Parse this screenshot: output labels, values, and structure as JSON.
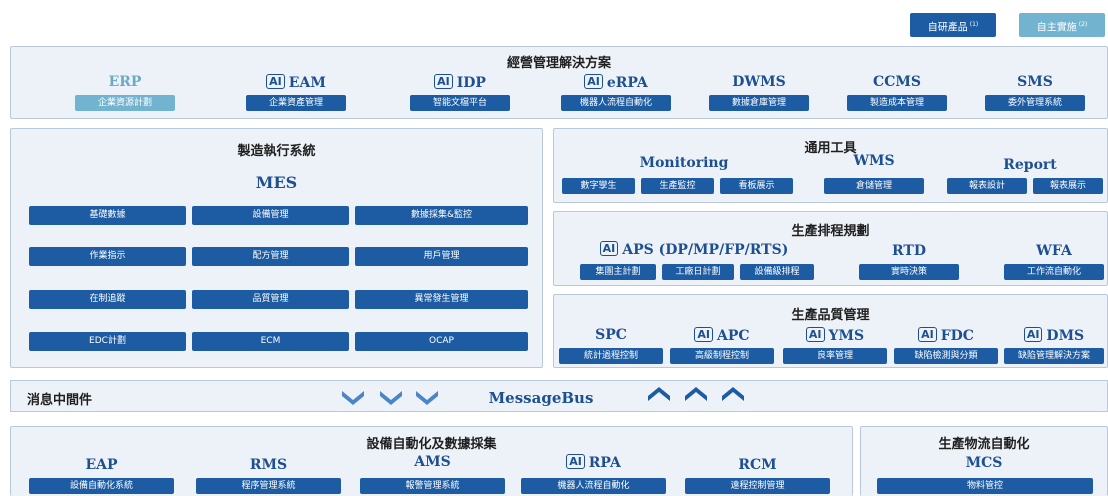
{
  "top_buttons": {
    "self_dev": "自研產品",
    "self_dev_note": "(1)",
    "self_impl": "自主實施",
    "self_impl_note": "(2)"
  },
  "colors": {
    "dark_button": "#1d5ca3",
    "light_button": "#72b3d0",
    "panel_bg": "#edf2f8",
    "title_text": "#1d4f91"
  },
  "ai_badge": "AI",
  "business": {
    "title": "經營管理解決方案",
    "systems": [
      {
        "name": "ERP",
        "label": "企業資源計劃",
        "ai": false
      },
      {
        "name": "EAM",
        "label": "企業資產管理",
        "ai": true
      },
      {
        "name": "IDP",
        "label": "智能文檔平台",
        "ai": true
      },
      {
        "name": "eRPA",
        "label": "機器人流程自動化",
        "ai": true
      },
      {
        "name": "DWMS",
        "label": "數據倉庫管理",
        "ai": false
      },
      {
        "name": "CCMS",
        "label": "製造成本管理",
        "ai": false
      },
      {
        "name": "SMS",
        "label": "委外管理系統",
        "ai": false
      }
    ]
  },
  "mes": {
    "title": "製造執行系統",
    "name": "MES",
    "modules": [
      "基礎數據",
      "設備管理",
      "數據採集&監控",
      "作業指示",
      "配方管理",
      "用戶管理",
      "在制追蹤",
      "品質管理",
      "異常發生管理",
      "EDC計劃",
      "ECM",
      "OCAP"
    ]
  },
  "tools": {
    "title": "通用工具",
    "groups": [
      {
        "name": "Monitoring",
        "items": [
          "數字孿生",
          "生產監控",
          "看板展示"
        ]
      },
      {
        "name": "WMS",
        "items": [
          "倉儲管理"
        ]
      },
      {
        "name": "Report",
        "items": [
          "報表設計",
          "報表展示"
        ]
      }
    ]
  },
  "scheduling": {
    "title": "生產排程規劃",
    "groups": [
      {
        "name": "APS (DP/MP/FP/RTS)",
        "ai": true,
        "items": [
          "集團主計劃",
          "工廠日計劃",
          "設備級排程"
        ]
      },
      {
        "name": "RTD",
        "ai": false,
        "items": [
          "實時決策"
        ]
      },
      {
        "name": "WFA",
        "ai": false,
        "items": [
          "工作流自動化"
        ]
      }
    ]
  },
  "quality": {
    "title": "生產品質管理",
    "systems": [
      {
        "name": "SPC",
        "label": "統計過程控制",
        "ai": false
      },
      {
        "name": "APC",
        "label": "高級制程控制",
        "ai": true
      },
      {
        "name": "YMS",
        "label": "良率管理",
        "ai": true
      },
      {
        "name": "FDC",
        "label": "缺陷檢測與分類",
        "ai": true
      },
      {
        "name": "DMS",
        "label": "缺陷管理解決方案",
        "ai": true
      }
    ]
  },
  "middleware": {
    "title": "消息中間件",
    "bus": "MessageBus"
  },
  "automation": {
    "title": "設備自動化及數據採集",
    "systems": [
      {
        "name": "EAP",
        "label": "設備自動化系統",
        "ai": false
      },
      {
        "name": "RMS",
        "label": "程序管理系統",
        "ai": false
      },
      {
        "name": "AMS",
        "label": "報警管理系統",
        "ai": false
      },
      {
        "name": "RPA",
        "label": "機器人流程自動化",
        "ai": true
      },
      {
        "name": "RCM",
        "label": "遠程控制管理",
        "ai": false
      }
    ]
  },
  "logistics": {
    "title": "生產物流自動化",
    "name": "MCS",
    "label": "物料管控"
  }
}
